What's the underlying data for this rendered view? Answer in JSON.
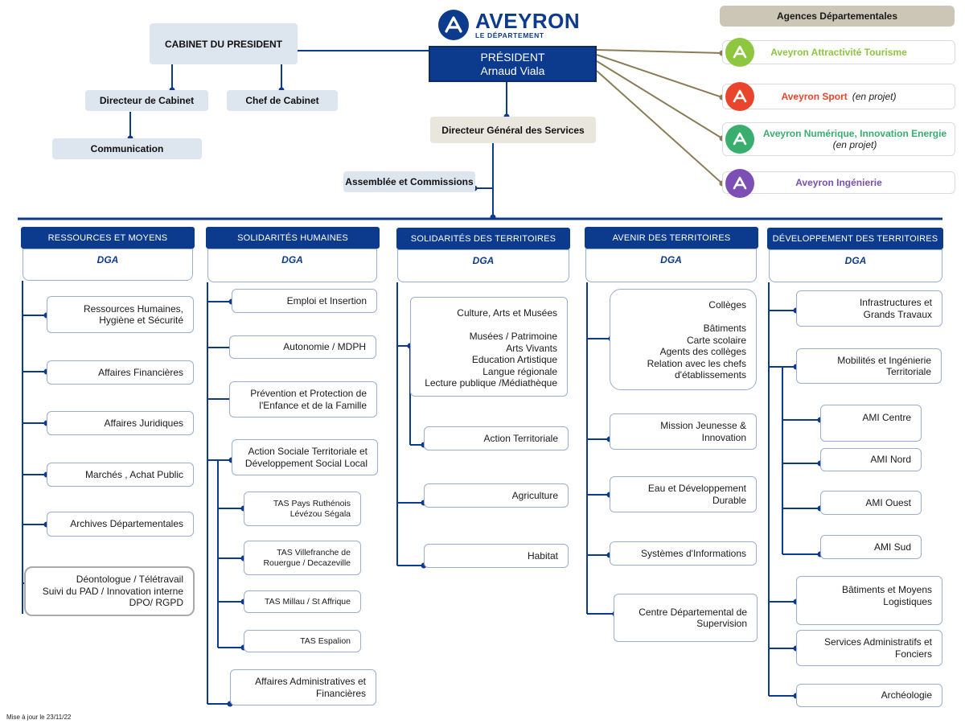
{
  "logo": {
    "name": "AVEYRON",
    "tagline": "LE DÉPARTEMENT"
  },
  "colors": {
    "navy": "#0c3a8c",
    "tourisme": "#8dc63f",
    "sport": "#e8452c",
    "numerique": "#3aae6e",
    "ingenierie": "#7b4fb3",
    "agency_line": "#8a7d55"
  },
  "president": {
    "title": "PRÉSIDENT",
    "name": "Arnaud Viala"
  },
  "cabinet": {
    "title": "CABINET DU PRESIDENT",
    "directeur": "Directeur de Cabinet",
    "chef": "Chef de Cabinet",
    "communication": "Communication"
  },
  "dgs": "Directeur Général des Services",
  "assemblee": "Assemblée et Commissions",
  "agencies": {
    "title": "Agences Départementales",
    "items": [
      {
        "name": "Aveyron Attractivité Tourisme",
        "note": "",
        "icon": "aveyron-a-icon"
      },
      {
        "name": "Aveyron Sport",
        "note": "(en projet)",
        "icon": "aveyron-a-icon"
      },
      {
        "name": "Aveyron Numérique, Innovation Energie",
        "note": "(en projet)",
        "icon": "aveyron-a-icon"
      },
      {
        "name": "Aveyron Ingénierie",
        "note": "",
        "icon": "aveyron-a-icon"
      }
    ]
  },
  "columns": [
    {
      "title": "RESSOURCES ET MOYENS",
      "dga": "DGA",
      "services": [
        "Ressources Humaines,\nHygiène et  Sécurité",
        "Affaires Financières",
        "Affaires Juridiques",
        "Marchés , Achat Public",
        "Archives Départementales",
        "Déontologue / Télétravail\nSuivi du PAD / Innovation interne\nDPO/ RGPD"
      ]
    },
    {
      "title": "SOLIDARITÉS HUMAINES",
      "dga": "DGA",
      "services": [
        "Emploi et Insertion",
        "Autonomie / MDPH",
        "Prévention et Protection de\nl'Enfance et de la Famille",
        "Action Sociale Territoriale et\nDéveloppement Social Local",
        "Affaires Administratives et\nFinancières"
      ],
      "tas": [
        "TAS Pays Ruthénois\nLévézou Ségala",
        "TAS Villefranche de\nRouergue / Decazeville",
        "TAS Millau / St Affrique",
        "TAS Espalion"
      ]
    },
    {
      "title": "SOLIDARITÉS DES TERRITOIRES",
      "dga": "DGA",
      "services": [
        "Culture, Arts et Musées\n\nMusées / Patrimoine\nArts Vivants\nEducation Artistique\nLangue régionale\nLecture publique /Médiathèque",
        "Action Territoriale",
        "Agriculture",
        "Habitat"
      ]
    },
    {
      "title": "AVENIR DES TERRITOIRES",
      "dga": "DGA",
      "services": [
        "Collèges\n\nBâtiments\nCarte scolaire\nAgents des collèges\nRelation avec les chefs\nd'établissements",
        "Mission Jeunesse &\nInnovation",
        "Eau et Développement\nDurable",
        "Systèmes d'Informations",
        "Centre Départemental de\nSupervision"
      ]
    },
    {
      "title": "DÉVELOPPEMENT DES TERRITOIRES",
      "dga": "DGA",
      "services": [
        "Infrastructures et\nGrands Travaux",
        "Mobilités et Ingénierie\nTerritoriale",
        "Bâtiments et Moyens\nLogistiques",
        "Services Administratifs et\nFonciers",
        "Archéologie"
      ],
      "ami": [
        "AMI Centre",
        "AMI Nord",
        "AMI Ouest",
        "AMI Sud"
      ]
    }
  ],
  "footer": "Mise à jour le 23/11/22"
}
